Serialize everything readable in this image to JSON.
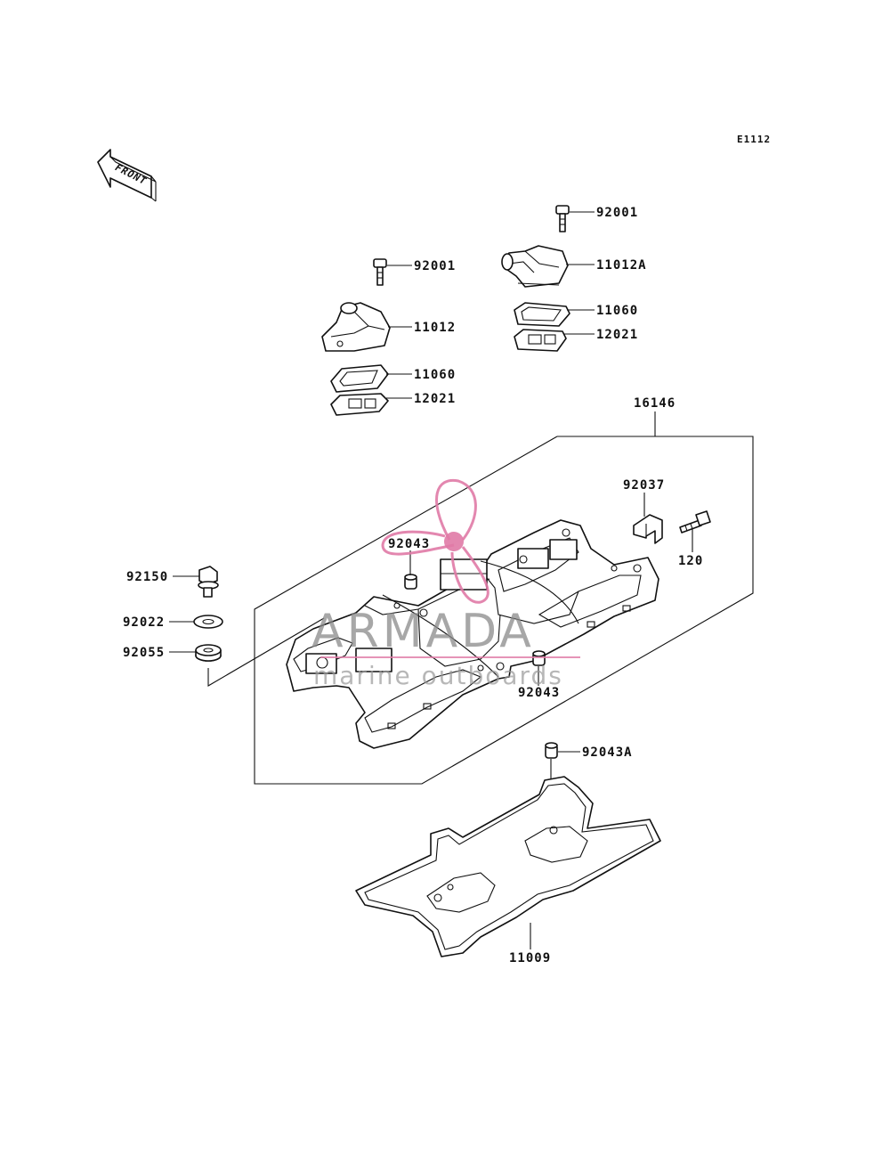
{
  "diagram_code": "E1112",
  "front_label": "FRONT",
  "parts": {
    "p92001_top": "92001",
    "p11012A": "11012A",
    "p11060_right": "11060",
    "p12021_right": "12021",
    "p92001_left": "92001",
    "p11012": "11012",
    "p11060_left": "11060",
    "p12021_left": "12021",
    "p16146": "16146",
    "p92037": "92037",
    "p120": "120",
    "p92043_upper": "92043",
    "p92150": "92150",
    "p92022": "92022",
    "p92055": "92055",
    "p92043_lower": "92043",
    "p92043A": "92043A",
    "p11009": "11009"
  },
  "watermark": {
    "brand": "ARMADA",
    "tagline": "marine outboards",
    "accent_color": "#e07aa6"
  }
}
